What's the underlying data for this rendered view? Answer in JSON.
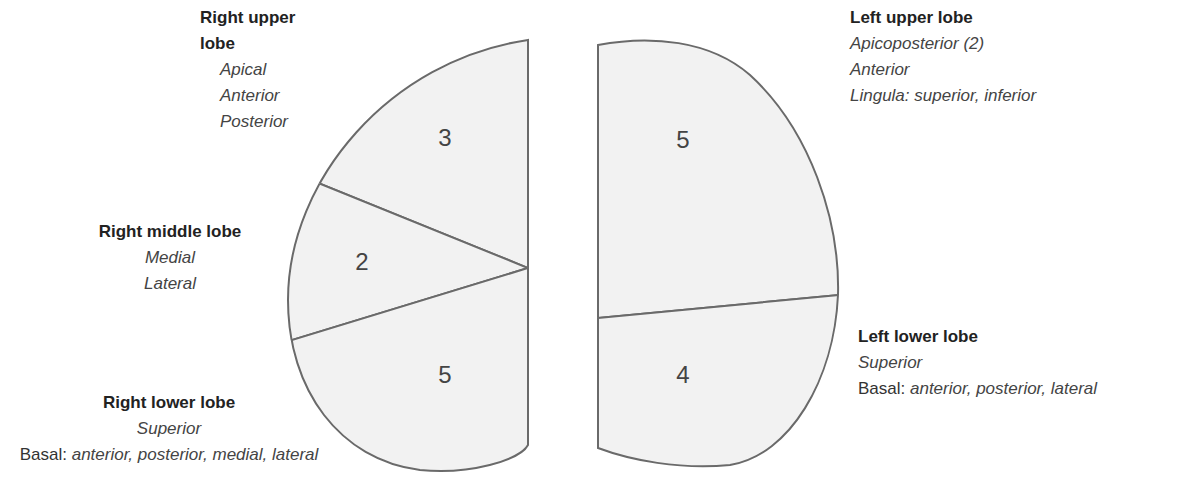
{
  "diagram": {
    "nodes": [
      {
        "text": [
          "3",
          "Right upper lobe",
          "Apical",
          "Anterior",
          "Posterior"
        ]
      },
      {
        "text": [
          "2",
          "Right middle lobe",
          "Medial",
          "Lateral"
        ]
      },
      {
        "text": [
          "5",
          "Right lower lobe",
          "Superior",
          "Basal:",
          "anterior, posterior, medial, lateral"
        ]
      },
      {
        "text": [
          "5",
          "Left upper lobe",
          "Apicoposterior (2)",
          "Anterior",
          "Lingula: superior, inferior"
        ]
      },
      {
        "text": [
          "4",
          "Left lower lobe",
          "Superior",
          "Basal:",
          "anterior, posterior, lateral"
        ]
      }
    ]
  }
}
